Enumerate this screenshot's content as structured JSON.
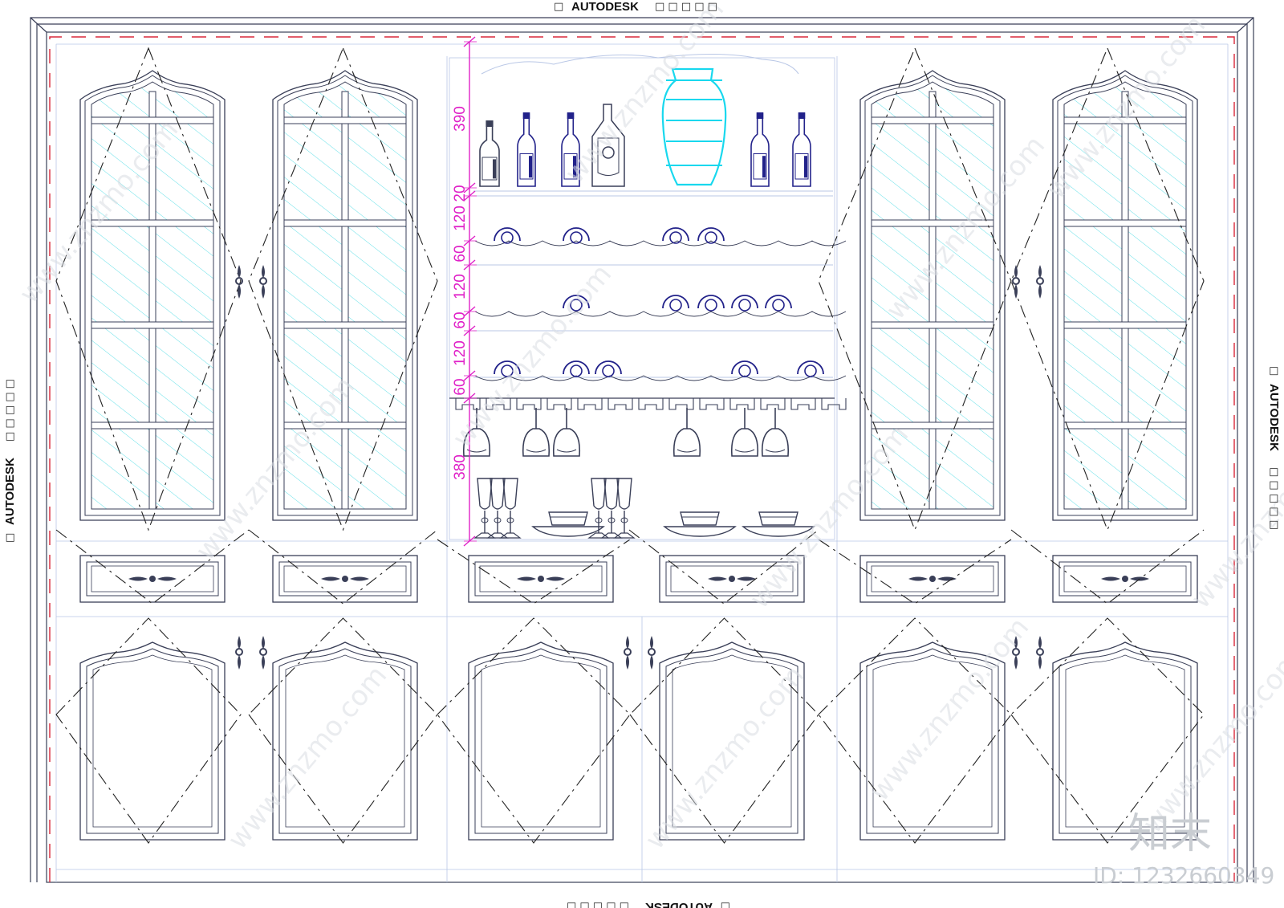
{
  "sheet": {
    "brand": "AUTODESK",
    "brand_boxes": "□ □ □ □ □",
    "brand_box_left": "□"
  },
  "dimensions": [
    "390",
    "20",
    "120",
    "60",
    "120",
    "60",
    "120",
    "60",
    "380"
  ],
  "watermark": {
    "text": "www.znzmo.com",
    "logo": "知末",
    "id": "ID: 1232660349"
  },
  "colors": {
    "line": "#3a3f58",
    "glass_hatch": "#64e0e8",
    "dimension": "#e022c8",
    "bottle": "#22228a",
    "vase": "#18d8ee",
    "red_dash": "#d8283a",
    "guide": "#b9c7e6"
  }
}
